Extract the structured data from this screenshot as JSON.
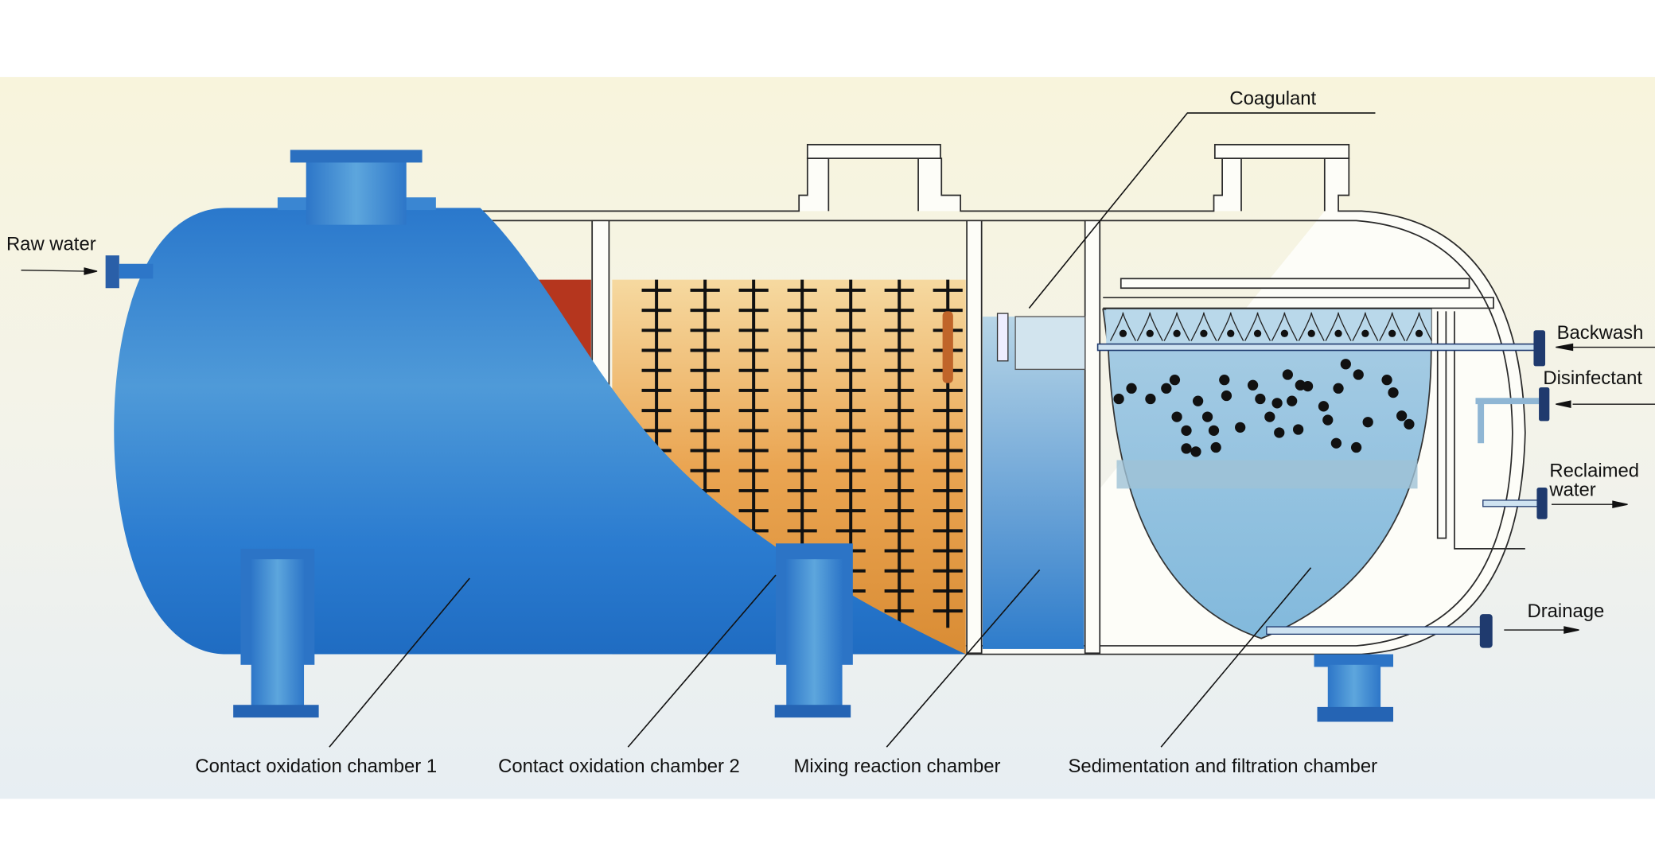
{
  "labels": {
    "raw_water": "Raw water",
    "coagulant": "Coagulant",
    "backwash": "Backwash",
    "disinfectant": "Disinfectant",
    "reclaimed_water_line1": "Reclaimed",
    "reclaimed_water_line2": "water",
    "drainage": "Drainage",
    "contact_oxidation_chamber_1": "Contact oxidation chamber 1",
    "contact_oxidation_chamber_2": "Contact oxidation chamber 2",
    "mixing_reaction_chamber": "Mixing reaction chamber",
    "sedimentation_filtration_chamber": "Sedimentation and filtration chamber"
  },
  "colors": {
    "tank_blue": "#2f7fd0",
    "water_light_blue": "#8cbfdd",
    "media_orange": "#e6a04a",
    "media_red": "#b5361e",
    "flange_navy": "#1f3a6e"
  }
}
